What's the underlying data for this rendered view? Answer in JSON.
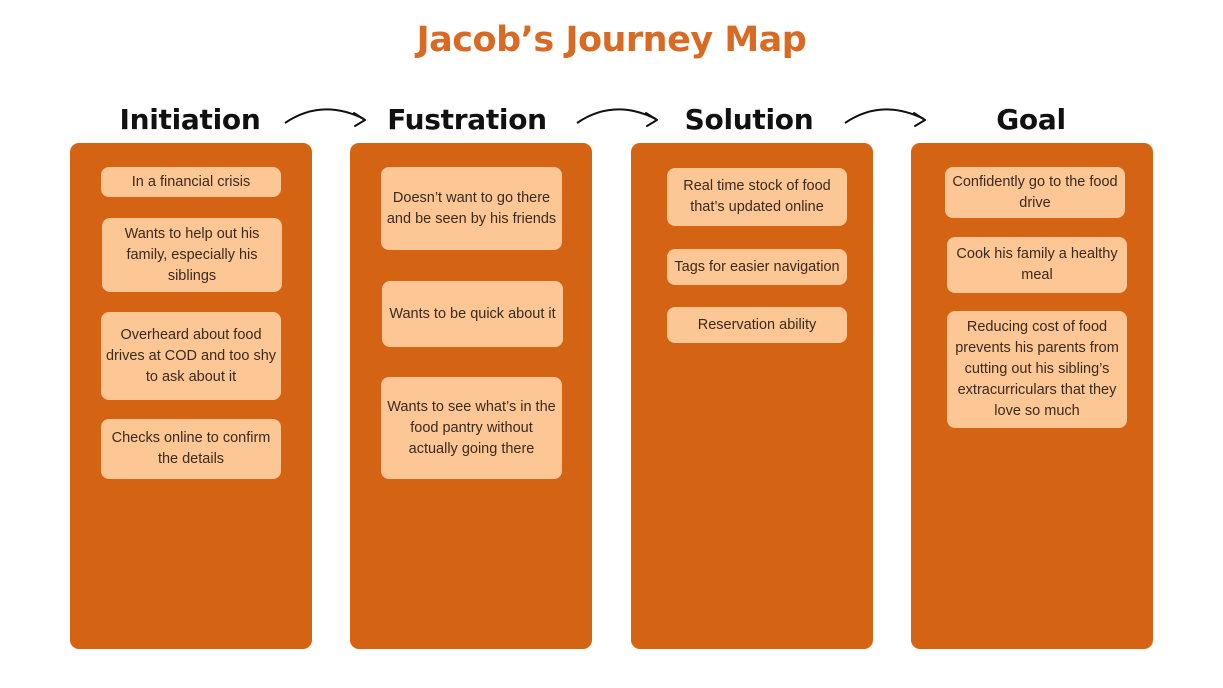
{
  "title": "Jacob’s Journey Map",
  "stages": [
    {
      "heading": "Initiation",
      "cards": [
        "In a financial crisis",
        "Wants to help out his family, especially his siblings",
        "Overheard about food drives at COD and too shy to ask about it",
        "Checks online to confirm the details"
      ]
    },
    {
      "heading": "Fustration",
      "cards": [
        "Doesn’t want to go there and be seen by his friends",
        "Wants to be quick about it",
        "Wants to see what’s in the food pantry without actually going there"
      ]
    },
    {
      "heading": "Solution",
      "cards": [
        "Real time stock of food that’s updated online",
        "Tags for easier navigation",
        "Reservation ability"
      ]
    },
    {
      "heading": "Goal",
      "cards": [
        "Confidently go to the food drive",
        "Cook his family a healthy meal",
        "Reducing cost of food prevents his parents from cutting out his sibling’s extracurriculars that they love so much"
      ]
    }
  ],
  "colors": {
    "title": "#d86a24",
    "column": "#d46414",
    "card": "#fdc795"
  }
}
